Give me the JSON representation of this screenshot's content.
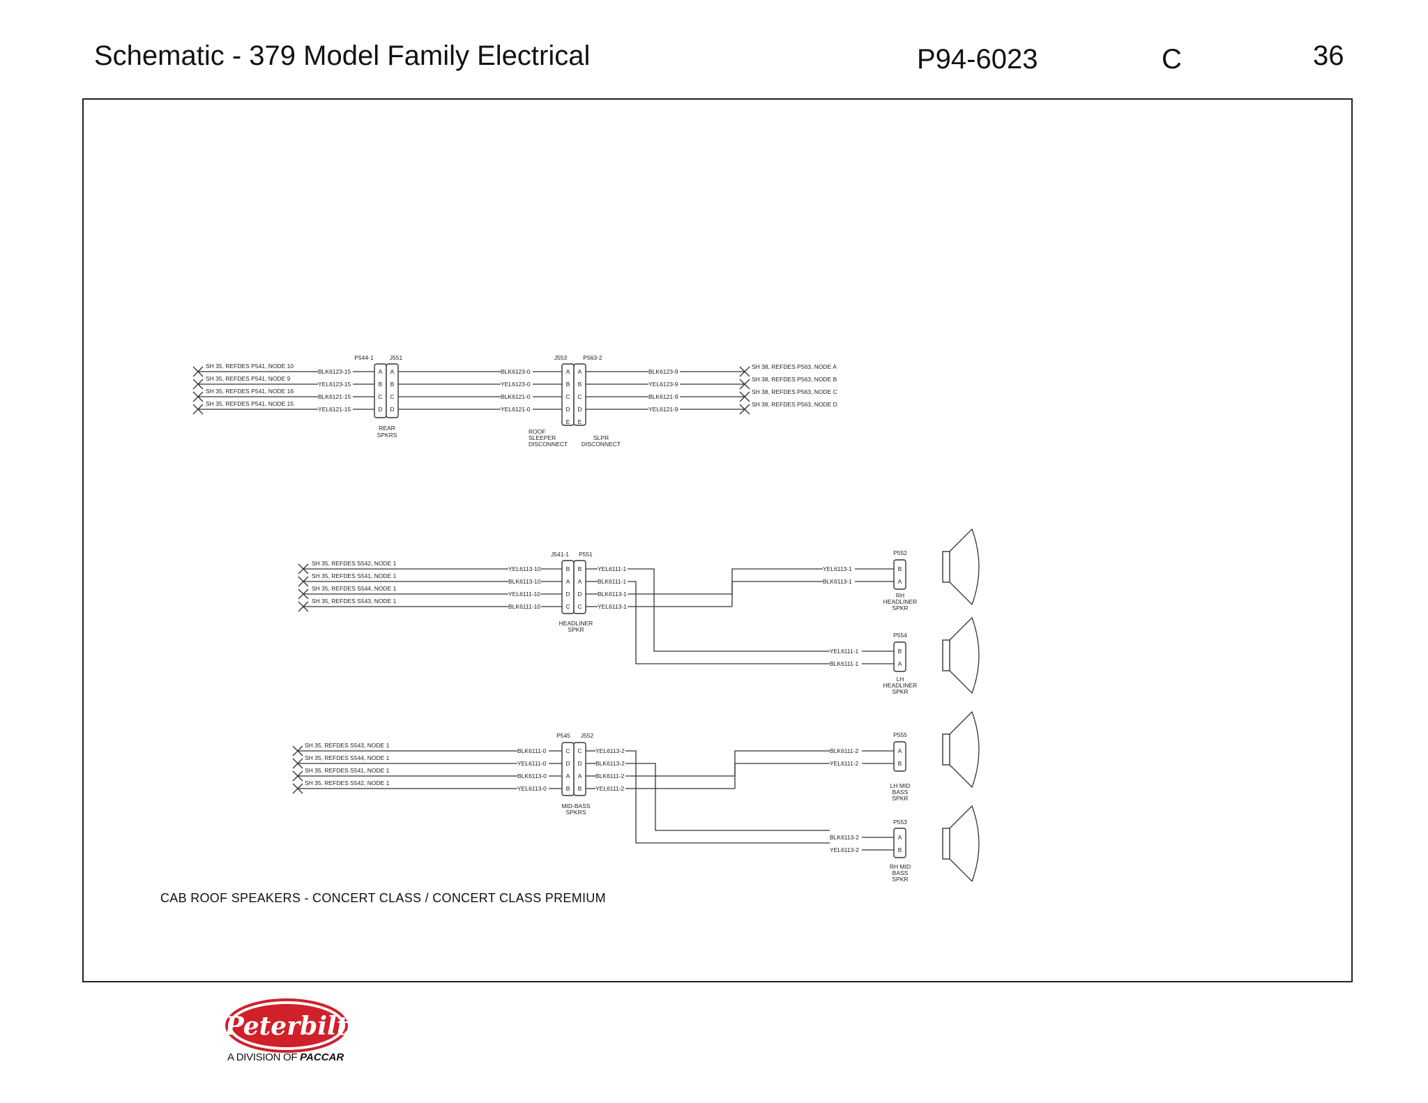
{
  "header": {
    "title": "Schematic - 379 Model Family Electrical",
    "doc_number": "P94-6023",
    "revision": "C",
    "page": "36"
  },
  "section1": {
    "left_refs": [
      "SH 35, REFDES P541, NODE 10",
      "SH 35, REFDES P541, NODE 9",
      "SH 35, REFDES P541, NODE 16",
      "SH 35, REFDES P541, NODE 15"
    ],
    "left_wires": [
      "BLK6123-15",
      "YEL6123-15",
      "BLK6121-15",
      "YEL6121-15"
    ],
    "conn1_labels": [
      "P544-1",
      "J551"
    ],
    "conn1_pins": [
      "A",
      "B",
      "C",
      "D"
    ],
    "conn1_name": [
      "REAR",
      "SPKRS"
    ],
    "mid_wires": [
      "BLK6123-0",
      "YEL6123-0",
      "BLK6121-0",
      "YEL6121-0"
    ],
    "conn2_labels": [
      "J553",
      "P563-2"
    ],
    "conn2_pins": [
      "A",
      "B",
      "C",
      "D",
      "E"
    ],
    "conn2_name_left": [
      "ROOF",
      "SLEEPER",
      "DISCONNECT"
    ],
    "conn2_name_right": [
      "SLPR",
      "DISCONNECT"
    ],
    "right_wires": [
      "BLK6123-9",
      "YEL6123-9",
      "BLK6121-9",
      "YEL6121-9"
    ],
    "right_refs": [
      "SH 38, REFDES P563, NODE A",
      "SH 38, REFDES P563, NODE B",
      "SH 38, REFDES P563, NODE C",
      "SH 38, REFDES P563, NODE D"
    ]
  },
  "section2": {
    "left_refs": [
      "SH 35, REFDES S542, NODE 1",
      "SH 35, REFDES S541, NODE 1",
      "SH 35, REFDES S544, NODE 1",
      "SH 35, REFDES S543, NODE 1"
    ],
    "left_wires": [
      "YEL6113-10",
      "BLK6113-10",
      "YEL6111-10",
      "BLK6111-10"
    ],
    "conn_labels": [
      "J541-1",
      "P551"
    ],
    "conn_pins_left": [
      "B",
      "A",
      "D",
      "C"
    ],
    "conn_pins_right": [
      "B",
      "A",
      "D",
      "C"
    ],
    "conn_name": [
      "HEADLINER",
      "SPKR"
    ],
    "right_wires": [
      "YEL6111-1",
      "BLK6111-1",
      "BLK6113-1",
      "YEL6113-1"
    ],
    "spk1": {
      "label": "P552",
      "pins": [
        "B",
        "A"
      ],
      "wires": [
        "YEL6113-1",
        "BLK6113-1"
      ],
      "name": [
        "RH",
        "HEADLINER",
        "SPKR"
      ]
    },
    "spk2": {
      "label": "P554",
      "pins": [
        "B",
        "A"
      ],
      "wires": [
        "YEL6111-1",
        "BLK6111-1"
      ],
      "name": [
        "LH",
        "HEADLINER",
        "SPKR"
      ]
    }
  },
  "section3": {
    "left_refs": [
      "SH 35, REFDES S543, NODE 1",
      "SH 35, REFDES S544, NODE 1",
      "SH 35, REFDES S541, NODE 1",
      "SH 35, REFDES S542, NODE 1"
    ],
    "left_wires": [
      "BLK6111-0",
      "YEL6111-0",
      "BLK6113-0",
      "YEL6113-0"
    ],
    "conn_labels": [
      "P545",
      "J552"
    ],
    "conn_pins_left": [
      "C",
      "D",
      "A",
      "B"
    ],
    "conn_pins_right": [
      "C",
      "D",
      "A",
      "B"
    ],
    "conn_name": [
      "MID-BASS",
      "SPKRS"
    ],
    "right_wires": [
      "YEL6113-2",
      "BLK6113-2",
      "BLK6111-2",
      "YEL6111-2"
    ],
    "spk1": {
      "label": "P555",
      "pins": [
        "A",
        "B"
      ],
      "wires": [
        "BLK6111-2",
        "YEL6111-2"
      ],
      "name": [
        "LH MID",
        "BASS",
        "SPKR"
      ]
    },
    "spk2": {
      "label": "P553",
      "pins": [
        "A",
        "B"
      ],
      "wires": [
        "BLK6113-2",
        "YEL6113-2"
      ],
      "name": [
        "RH MID",
        "BASS",
        "SPKR"
      ]
    }
  },
  "caption": "CAB ROOF SPEAKERS - CONCERT CLASS / CONCERT CLASS PREMIUM",
  "footer": {
    "logo_text": "Peterbilt",
    "division_prefix": "A DIVISION OF ",
    "division_brand": "PACCAR"
  },
  "colors": {
    "logo_red": "#d0202a",
    "line": "#333333"
  }
}
